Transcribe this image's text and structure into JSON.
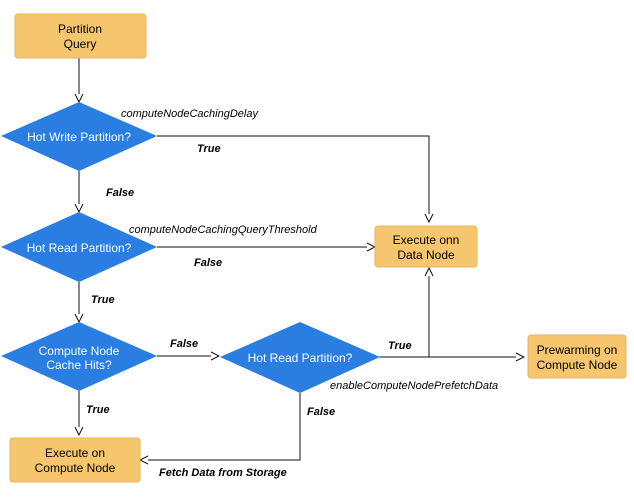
{
  "nodes": {
    "partition_query": [
      "Partition",
      "Query"
    ],
    "hot_write": "Hot Write Partition?",
    "hot_read_1": "Hot Read Partition?",
    "compute_cache": [
      "Compute Node",
      "Cache Hits?"
    ],
    "hot_read_2": "Hot Read Partition?",
    "execute_data_node": [
      "Execute onn",
      "Data Node"
    ],
    "prewarming": [
      "Prewarming on",
      "Compute Node"
    ],
    "execute_compute_node": [
      "Execute on",
      "Compute Node"
    ]
  },
  "edge_labels": {
    "compute_node_caching_delay": "computeNodeCachingDelay",
    "compute_node_caching_query_threshold": "computeNodeCachingQueryThreshold",
    "enable_compute_node_prefetch_data": "enableComputeNodePrefetchData",
    "fetch_data_from_storage": "Fetch Data from Storage",
    "true_hot_write": "True",
    "false_hot_write": "False",
    "false_hot_read_1": "False",
    "true_hot_read_1": "True",
    "false_compute_cache": "False",
    "true_compute_cache": "True",
    "true_hot_read_2": "True",
    "false_hot_read_2": "False"
  }
}
